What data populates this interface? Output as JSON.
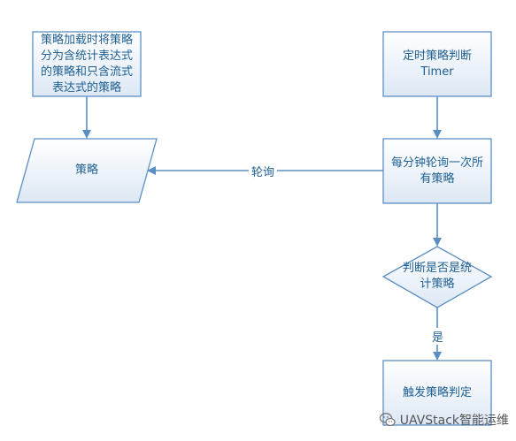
{
  "colors": {
    "stroke": "#5b8fc3",
    "fill_top": "#ffffff",
    "fill_bottom": "#dde8f5",
    "text": "#1f5f92"
  },
  "nodes": {
    "strategy_load": {
      "text": "策略加载时将策略分为含统计表达式的策略和只含流式表达式的策略"
    },
    "strategy": {
      "text": "策略"
    },
    "timer": {
      "line1": "定时策略判断",
      "line2": "Timer"
    },
    "poll": {
      "text": "每分钟轮询一次所有策略"
    },
    "decision": {
      "text": "判断是否是统计策略"
    },
    "trigger": {
      "text": "触发策略判定"
    }
  },
  "edges": {
    "poll_label": "轮询",
    "yes_label": "是"
  },
  "watermark": {
    "text": "UAVStack智能运维",
    "icon": "wechat-icon"
  }
}
